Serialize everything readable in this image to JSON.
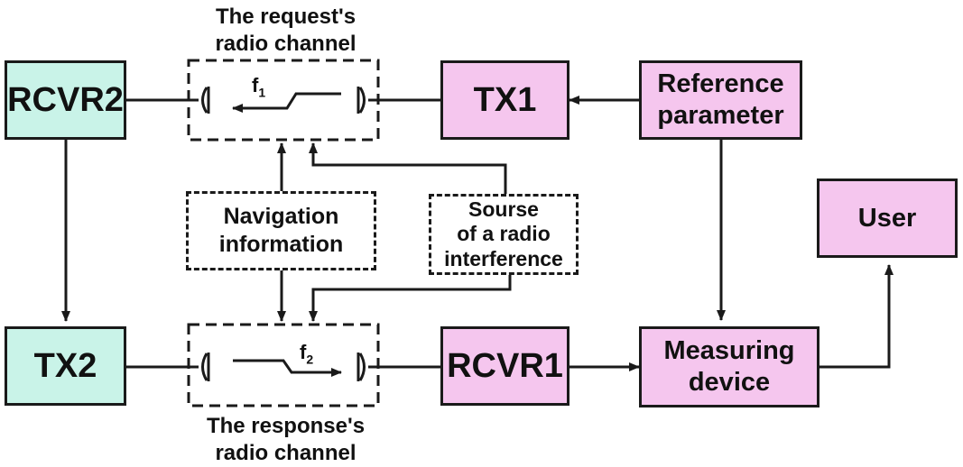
{
  "diagram": {
    "request_channel_caption": [
      "The request's",
      "radio channel"
    ],
    "response_channel_caption": [
      "The response's",
      "radio channel"
    ],
    "nodes": {
      "rcvr2": "RCVR2",
      "tx1": "TX1",
      "reference": [
        "Reference",
        "parameter"
      ],
      "user": "User",
      "navigation": [
        "Navigation",
        "information"
      ],
      "interference": [
        "Sourse",
        "of a radio",
        "interference"
      ],
      "tx2": "TX2",
      "rcvr1": "RCVR1",
      "measuring": [
        "Measuring",
        "device"
      ]
    },
    "f1": {
      "base": "f",
      "sub": "1"
    },
    "f2": {
      "base": "f",
      "sub": "2"
    },
    "colors": {
      "receiver_transmitter_2": "#c9f3e8",
      "ground_equipment": "#f5c6ee",
      "lines": "#1a1a1a"
    }
  }
}
